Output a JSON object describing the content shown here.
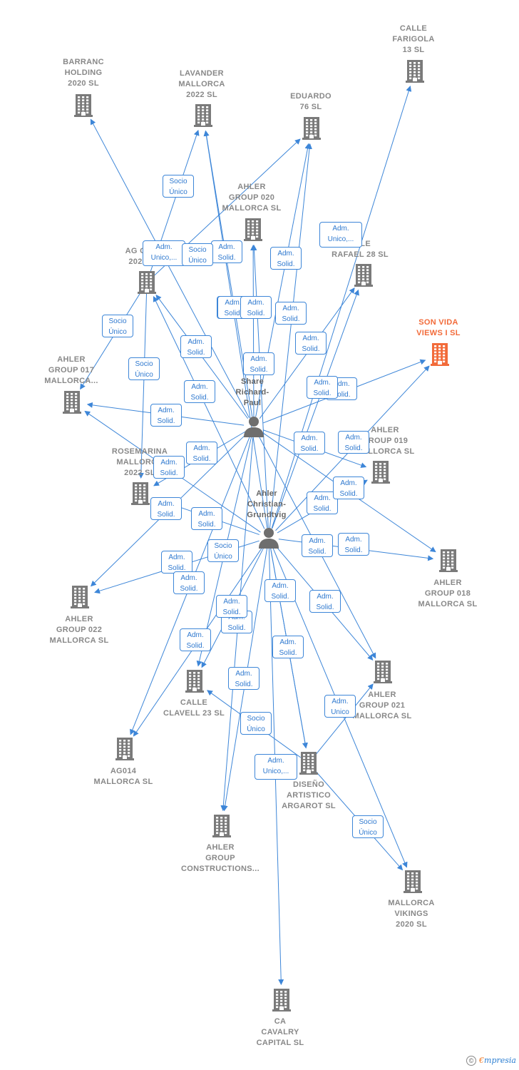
{
  "colors": {
    "edge": "#3d86d8",
    "building": "#7a7a7a",
    "highlight": "#f26b3a",
    "person": "#6e6e6e"
  },
  "nodes": [
    {
      "id": "barranc",
      "label": "BARRANC\nHOLDING\n2020  SL",
      "type": "company",
      "icon": "building-icon"
    },
    {
      "id": "lavander",
      "label": "LAVANDER\nMALLORCA\n2022  SL",
      "type": "company",
      "icon": "building-icon"
    },
    {
      "id": "eduardo",
      "label": "EDUARDO\n76  SL",
      "type": "company",
      "icon": "building-icon"
    },
    {
      "id": "farigola",
      "label": "CALLE\nFARIGOLA\n13  SL",
      "type": "company",
      "icon": "building-icon"
    },
    {
      "id": "ag020",
      "label": "AHLER\nGROUP 020\nMALLORCA  SL",
      "type": "company",
      "icon": "building-icon"
    },
    {
      "id": "ag2020",
      "label": "AG C\n202",
      "type": "company",
      "icon": "building-icon"
    },
    {
      "id": "rafael",
      "label": "ALLE\nRAFAEL 28  SL",
      "type": "company",
      "icon": "building-icon"
    },
    {
      "id": "sonvida",
      "label": "SON VIDA\nVIEWS I  SL",
      "type": "company",
      "icon": "building-icon",
      "highlight": true
    },
    {
      "id": "ag017",
      "label": "AHLER\nGROUP 017\nMALLORCA...",
      "type": "company",
      "icon": "building-icon"
    },
    {
      "id": "ag019",
      "label": "AHLER\nGROUP 019\nMALLORCA  SL",
      "type": "company",
      "icon": "building-icon"
    },
    {
      "id": "rosemarina",
      "label": "ROSEMARINA\nMALLORCA\n2022  SL",
      "type": "company",
      "icon": "building-icon"
    },
    {
      "id": "ag018",
      "label": "AHLER\nGROUP 018\nMALLORCA  SL",
      "type": "company",
      "icon": "building-icon"
    },
    {
      "id": "ag022",
      "label": "AHLER\nGROUP 022\nMALLORCA  SL",
      "type": "company",
      "icon": "building-icon"
    },
    {
      "id": "clavell",
      "label": "CALLE\nCLAVELL 23  SL",
      "type": "company",
      "icon": "building-icon"
    },
    {
      "id": "ag021",
      "label": "AHLER\nGROUP 021\nMALLORCA  SL",
      "type": "company",
      "icon": "building-icon"
    },
    {
      "id": "ag014",
      "label": "AG014\nMALLORCA  SL",
      "type": "company",
      "icon": "building-icon"
    },
    {
      "id": "diseno",
      "label": "DISEÑO\nARTISTICO\nARGAROT  SL",
      "type": "company",
      "icon": "building-icon"
    },
    {
      "id": "constructions",
      "label": "AHLER\nGROUP\nCONSTRUCTIONS...",
      "type": "company",
      "icon": "building-icon"
    },
    {
      "id": "vikings",
      "label": "MALLORCA\nVIKINGS\n2020  SL",
      "type": "company",
      "icon": "building-icon"
    },
    {
      "id": "cavalry",
      "label": "CA\nCAVALRY\nCAPITAL  SL",
      "type": "company",
      "icon": "building-icon"
    },
    {
      "id": "share",
      "label": "Share\nRichard-\nPaul",
      "type": "person",
      "icon": "person-icon"
    },
    {
      "id": "christian",
      "label": "Ahler\nChristian-\nGrundtvig",
      "type": "person",
      "icon": "person-icon"
    }
  ],
  "edges": [
    {
      "from": "share",
      "to": "barranc",
      "label": "Adm.\nUnico,..."
    },
    {
      "from": "share",
      "to": "lavander",
      "label": "Adm.\nSolid."
    },
    {
      "from": "share",
      "to": "ag020",
      "label": "Adm.\nSolid."
    },
    {
      "from": "share",
      "to": "eduardo",
      "label": "Adm.\nSolid."
    },
    {
      "from": "share",
      "to": "rafael",
      "label": "Adm.\nSolid."
    },
    {
      "from": "share",
      "to": "sonvida",
      "label": "Adm.\nSolid."
    },
    {
      "from": "share",
      "to": "ag017",
      "label": "Adm.\nSolid."
    },
    {
      "from": "share",
      "to": "ag2020",
      "label": "Adm.\nSolid."
    },
    {
      "from": "share",
      "to": "ag019",
      "label": "Adm.\nSolid."
    },
    {
      "from": "share",
      "to": "ag022",
      "label": "Adm.\nSolid."
    },
    {
      "from": "share",
      "to": "ag014",
      "label": "Adm.\nSolid."
    },
    {
      "from": "share",
      "to": "clavell",
      "label": "Adm.\nSolid."
    },
    {
      "from": "share",
      "to": "constructions",
      "label": "Adm.\nSolid."
    },
    {
      "from": "share",
      "to": "ag021",
      "label": "Adm.\nSolid."
    },
    {
      "from": "christian",
      "to": "lavander",
      "label": "Adm.\nSolid."
    },
    {
      "from": "christian",
      "to": "farigola",
      "label": "Adm.\nUnico,..."
    },
    {
      "from": "christian",
      "to": "eduardo",
      "label": "Adm.\nSolid."
    },
    {
      "from": "christian",
      "to": "ag020",
      "label": "Adm.\nSolid."
    },
    {
      "from": "christian",
      "to": "ag2020",
      "label": "Adm.\nSolid."
    },
    {
      "from": "christian",
      "to": "rafael",
      "label": "Adm.\nSolid."
    },
    {
      "from": "christian",
      "to": "sonvida",
      "label": "Adm.\nSolid."
    },
    {
      "from": "christian",
      "to": "ag017",
      "label": "Adm.\nSolid."
    },
    {
      "from": "christian",
      "to": "ag019",
      "label": "Adm.\nSolid."
    },
    {
      "from": "christian",
      "to": "ag018",
      "label": "Adm.\nSolid."
    },
    {
      "from": "christian",
      "to": "rosemarina",
      "label": "Adm.\nSolid."
    },
    {
      "from": "christian",
      "to": "ag022",
      "label": "Socio\nÚnico"
    },
    {
      "from": "christian",
      "to": "clavell",
      "label": "Adm.\nSolid."
    },
    {
      "from": "christian",
      "to": "ag014",
      "label": "Adm.\nSolid."
    },
    {
      "from": "christian",
      "to": "constructions",
      "label": "Adm.\nSolid."
    },
    {
      "from": "christian",
      "to": "diseno",
      "label": "Adm.\nSolid."
    },
    {
      "from": "christian",
      "to": "cavalry",
      "label": "Adm.\nSolid."
    },
    {
      "from": "christian",
      "to": "vikings",
      "label": "Adm.\nUnico"
    },
    {
      "from": "christian",
      "to": "ag021",
      "label": "Adm.\nSolid."
    },
    {
      "from": "ag2020",
      "to": "lavander",
      "label": "Socio\nÚnico"
    },
    {
      "from": "ag2020",
      "to": "ag017",
      "label": "Socio\nÚnico"
    },
    {
      "from": "ag2020",
      "to": "rosemarina",
      "label": "Socio\nÚnico"
    },
    {
      "from": "ag2020",
      "to": "eduardo",
      "label": "Socio\nÚnico"
    },
    {
      "from": "diseno",
      "to": "clavell",
      "label": "Socio\nÚnico"
    },
    {
      "from": "diseno",
      "to": "vikings",
      "label": "Socio\nÚnico"
    },
    {
      "from": "diseno",
      "to": "ag021",
      "label": "Adm.\nUnico,..."
    },
    {
      "from": "share",
      "to": "ag018",
      "label": "Adm.\nSolid."
    },
    {
      "from": "christian",
      "to": "diseno",
      "label": "Adm.\nSolid."
    },
    {
      "from": "share",
      "to": "rosemarina",
      "label": "Adm.\nSolid."
    }
  ],
  "footer": {
    "copyright": "©",
    "brand_e": "€",
    "brand_rest": "mpresia"
  }
}
